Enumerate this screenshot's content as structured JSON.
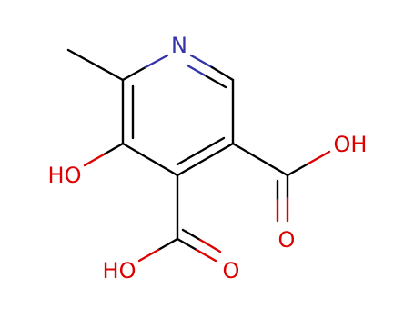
{
  "molecule": {
    "atoms": {
      "ring_nitrogen": "N",
      "hydroxyl_ring": "HO",
      "acid1_hydroxyl": "OH",
      "acid1_carbonyl": "O",
      "acid2_hydroxyl": "HO",
      "acid2_carbonyl": "O"
    },
    "colors": {
      "bond": "#000000",
      "nitrogen": "#3333aa",
      "oxygen": "#dd0000"
    }
  }
}
